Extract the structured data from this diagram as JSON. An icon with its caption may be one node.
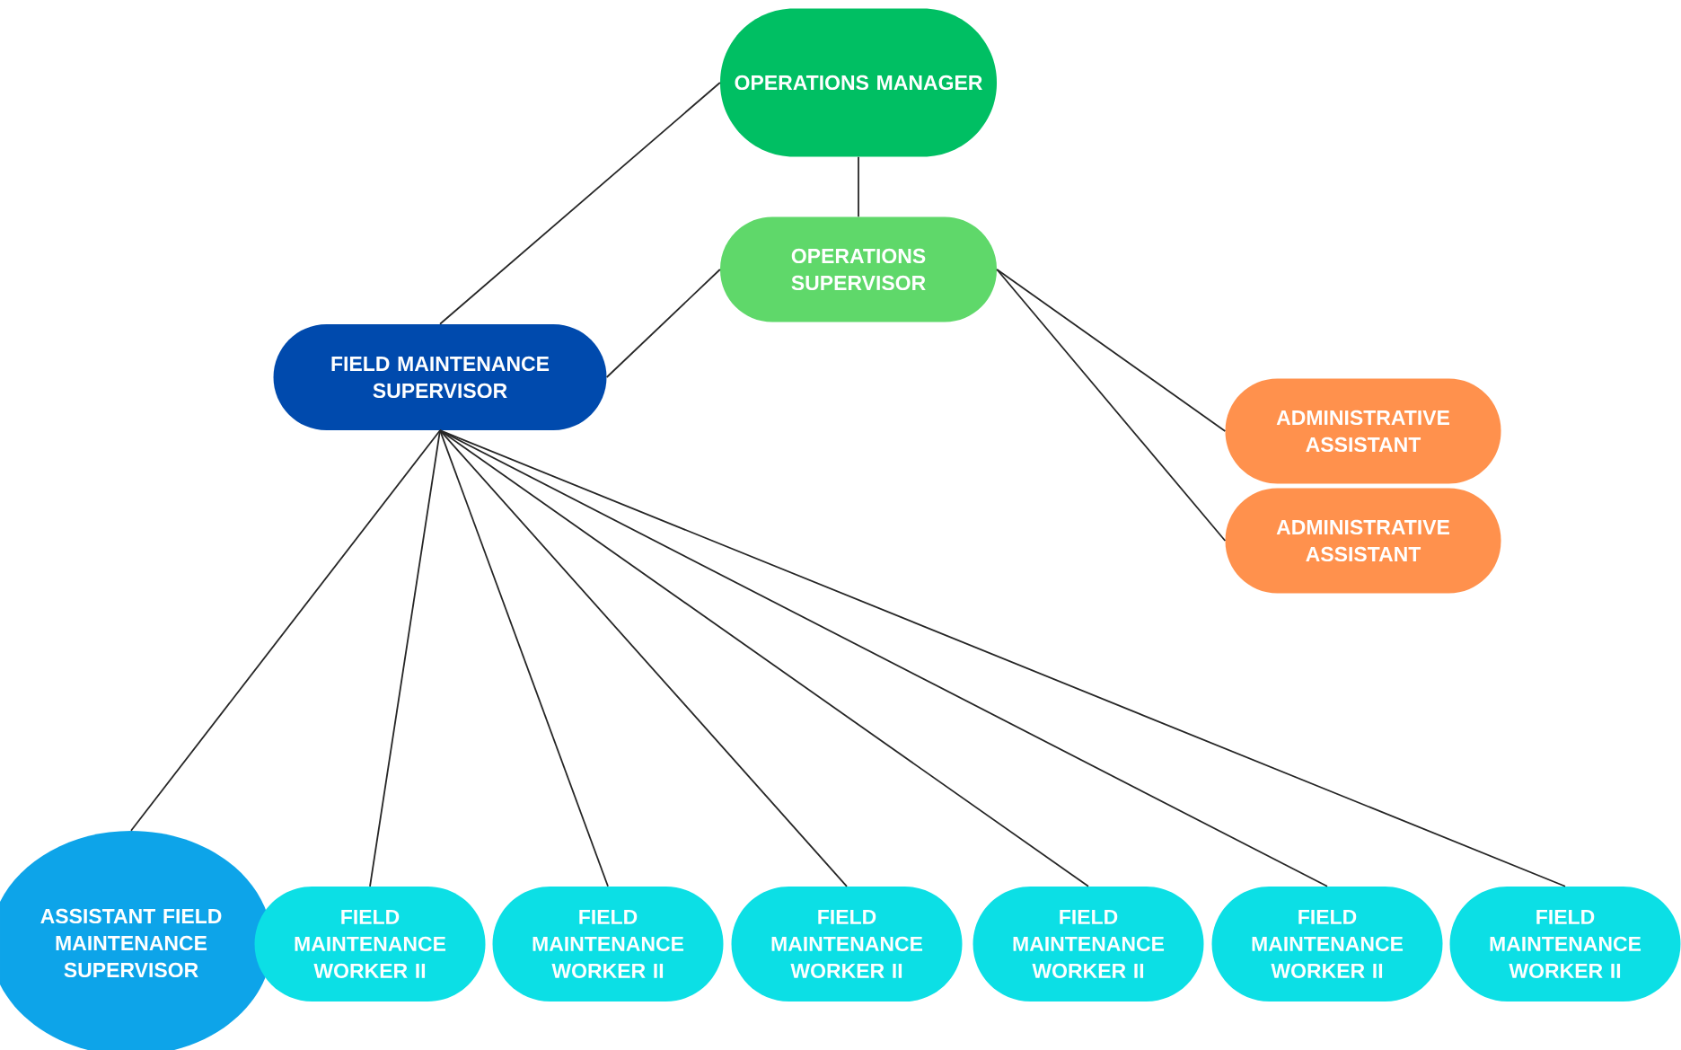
{
  "diagram": {
    "nodes": [
      {
        "text": [
          "OPERATIONS MANAGER"
        ]
      },
      {
        "text": [
          "OPERATIONS SUPERVISOR"
        ]
      },
      {
        "text": [
          "FIELD MAINTENANCE SUPERVISOR"
        ]
      },
      {
        "text": [
          "ADMINISTRATIVE ASSISTANT"
        ]
      },
      {
        "text": [
          "ADMINISTRATIVE ASSISTANT"
        ]
      },
      {
        "text": [
          "ASSISTANT FIELD MAINTENANCE SUPERVISOR"
        ]
      },
      {
        "text": [
          "FIELD MAINTENANCE WORKER II"
        ]
      },
      {
        "text": [
          "FIELD MAINTENANCE WORKER II"
        ]
      },
      {
        "text": [
          "FIELD MAINTENANCE WORKER II"
        ]
      },
      {
        "text": [
          "FIELD MAINTENANCE WORKER II"
        ]
      },
      {
        "text": [
          "FIELD MAINTENANCE WORKER II"
        ]
      },
      {
        "text": [
          "FIELD MAINTENANCE WORKER II"
        ]
      }
    ],
    "edges": [
      {
        "from": 0,
        "to": 1,
        "arrow": "none"
      },
      {
        "from": 0,
        "to": 2,
        "arrow": "none"
      },
      {
        "from": 1,
        "to": 2,
        "arrow": "none"
      },
      {
        "from": 1,
        "to": 3,
        "arrow": "none"
      },
      {
        "from": 1,
        "to": 4,
        "arrow": "none"
      },
      {
        "from": 2,
        "to": 5,
        "arrow": "none"
      },
      {
        "from": 2,
        "to": 6,
        "arrow": "none"
      },
      {
        "from": 2,
        "to": 7,
        "arrow": "none"
      },
      {
        "from": 2,
        "to": 8,
        "arrow": "none"
      },
      {
        "from": 2,
        "to": 9,
        "arrow": "none"
      },
      {
        "from": 2,
        "to": 10,
        "arrow": "none"
      },
      {
        "from": 2,
        "to": 11,
        "arrow": "none"
      }
    ]
  }
}
